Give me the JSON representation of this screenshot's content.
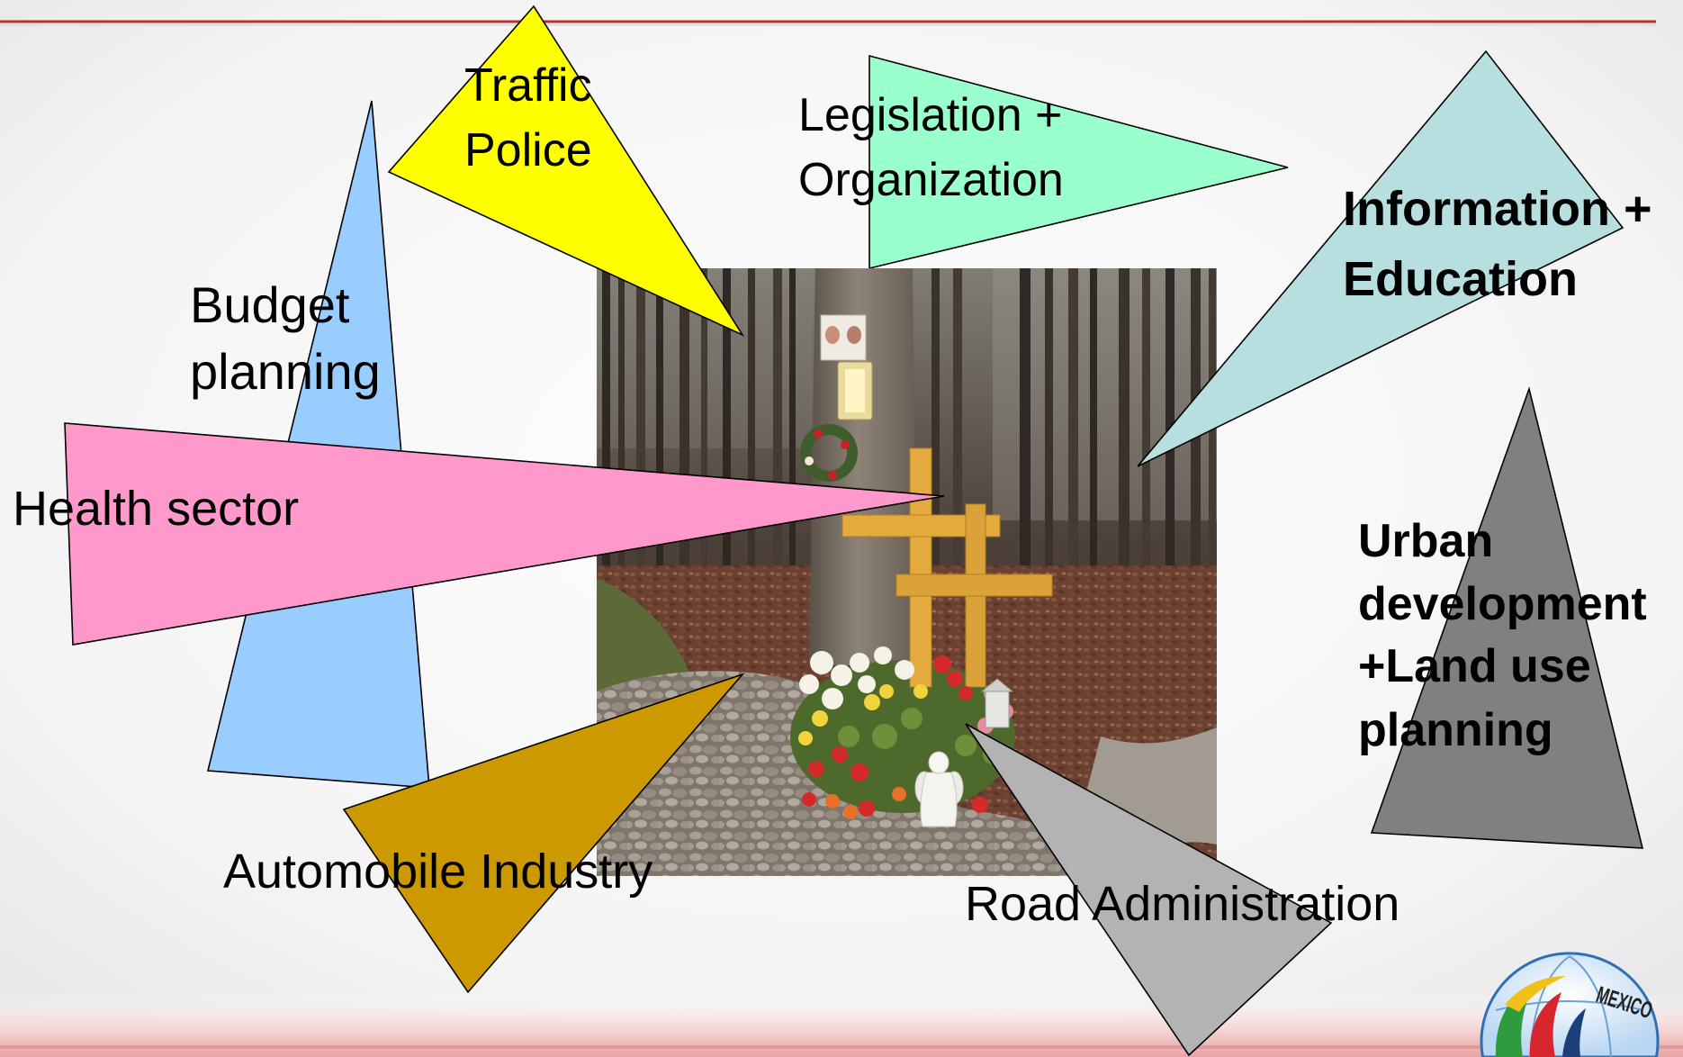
{
  "slide": {
    "accent_color": "#b8322e",
    "nodes": {
      "traffic_police": {
        "lines": [
          "Traffic",
          "Police"
        ],
        "color": "#ffff00"
      },
      "legislation_organization": {
        "lines": [
          "Legislation +",
          "Organization"
        ],
        "color": "#99ffcc"
      },
      "information_education": {
        "lines": [
          "Information +",
          "Education"
        ],
        "color": "#b7dfdf"
      },
      "budget_planning": {
        "lines": [
          "Budget",
          "planning"
        ],
        "color": "#99ccff"
      },
      "health_sector": {
        "lines": [
          "Health sector"
        ],
        "color": "#ff99cc"
      },
      "urban_development": {
        "lines": [
          "Urban",
          "development",
          "+Land use",
          "planning"
        ],
        "color": "#808080"
      },
      "automobile_industry": {
        "lines": [
          "Automobile Industry"
        ],
        "color": "#cc9900"
      },
      "road_administration": {
        "lines": [
          "Road Administration"
        ],
        "color": "#b3b3b3"
      }
    },
    "logo": {
      "text": "MEXICO"
    }
  }
}
